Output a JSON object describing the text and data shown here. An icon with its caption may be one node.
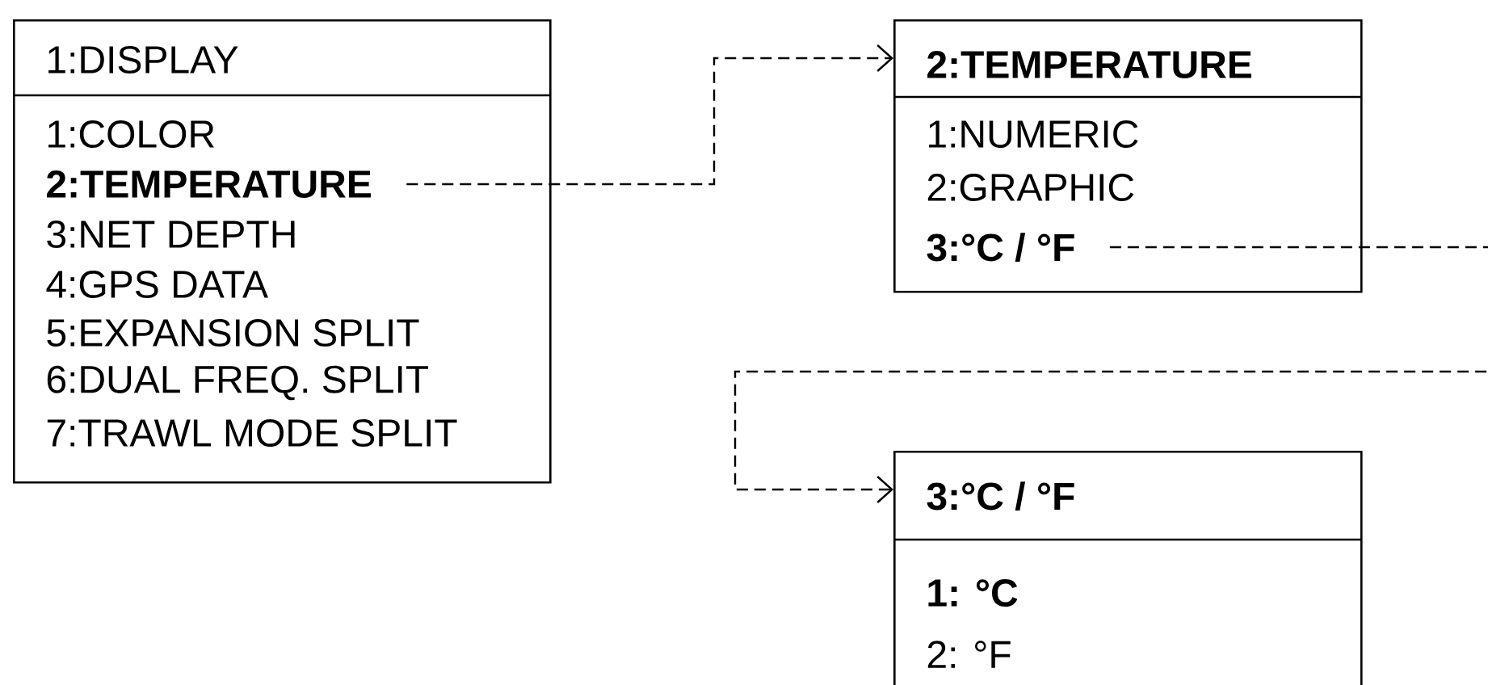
{
  "diagram": {
    "nodes": [
      {
        "text": [
          "1:DISPLAY"
        ]
      },
      {
        "text": [
          "1:COLOR"
        ],
        "in": 0
      },
      {
        "text": [
          "2:TEMPERATURE"
        ],
        "in": 0
      },
      {
        "text": [
          "3:NET DEPTH"
        ],
        "in": 0
      },
      {
        "text": [
          "4:GPS DATA"
        ],
        "in": 0
      },
      {
        "text": [
          "5:EXPANSION SPLIT"
        ],
        "in": 0
      },
      {
        "text": [
          "6:DUAL FREQ. SPLIT"
        ],
        "in": 0
      },
      {
        "text": [
          "7:TRAWL MODE SPLIT"
        ],
        "in": 0
      },
      {
        "text": [
          "2:TEMPERATURE"
        ]
      },
      {
        "text": [
          "1:NUMERIC"
        ],
        "in": 8
      },
      {
        "text": [
          "2:GRAPHIC"
        ],
        "in": 8
      },
      {
        "text": [
          "3:°C / °F"
        ],
        "in": 8
      },
      {
        "text": [
          "3:°C / °F"
        ]
      },
      {
        "text": [
          "1: °C"
        ],
        "in": 12
      },
      {
        "text": [
          "2: °F"
        ],
        "in": 12
      }
    ],
    "edges": [
      {
        "from": 2,
        "to": 8,
        "arrow": "to",
        "style": "dashed"
      },
      {
        "from": 11,
        "to": 12,
        "arrow": "to",
        "style": "dashed"
      }
    ]
  }
}
